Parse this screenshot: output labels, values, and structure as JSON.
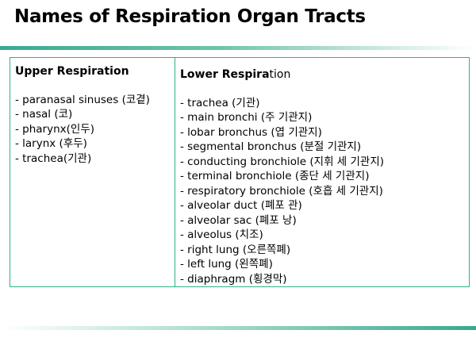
{
  "title": "Names of Respiration Organ Tracts",
  "upper": {
    "heading": "Upper Respiration",
    "items": [
      "- paranasal sinuses (코곁)",
      "- nasal (코)",
      "- pharynx(인두)",
      "- larynx (후두)",
      "- trachea(기관)"
    ]
  },
  "lower": {
    "heading_bold": "Lower Respira",
    "heading_normal": "tion",
    "items": [
      "- trachea (기관)",
      "- main bronchi (주 기관지)",
      "- lobar bronchus (엽 기관지)",
      "- segmental bronchus (분절 기관지)",
      "- conducting bronchiole (지휘 세 기관지)",
      "- terminal bronchiole (종단 세 기관지)",
      "- respiratory bronchiole (호흡 세 기관지)",
      "- alveolar duct (폐포 관)",
      "- alveolar sac (폐포 낭)",
      "- alveolus (치조)",
      "- right lung (오른쪽폐)",
      "- left lung (왼쪽폐)",
      "- diaphragm (횡경막)"
    ]
  },
  "colors": {
    "accent": "#2db37f",
    "rule": "#3aa98e"
  }
}
